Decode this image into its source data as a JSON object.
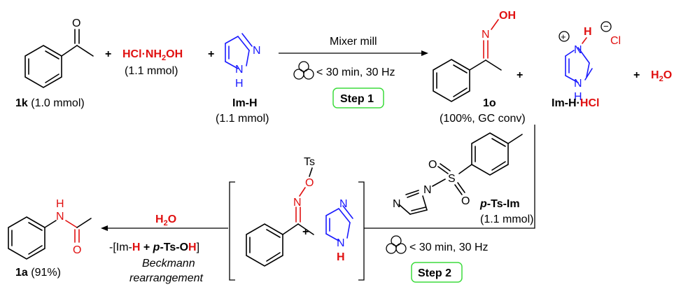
{
  "top_row": {
    "plus_1": "+",
    "reagent": "HCl·NH₂OH",
    "reagent_parts": {
      "pre": "HCl",
      "dot": "·",
      "main": "NH",
      "sub": "2",
      "post": "OH"
    },
    "reagent_amount": "(1.1 mmol)",
    "plus_2": "+",
    "compound_1k": {
      "bold": "1k",
      "rest": " (1.0 mmol)"
    },
    "imh_label": "Im-H",
    "imh_amount": "(1.1 mmol)",
    "arrow_top": "Mixer mill",
    "arrow_bottom": "< 30 min, 30 Hz",
    "step1": "Step 1",
    "product_1o": "1o",
    "product_1o_note": "(100%, GC conv)",
    "plus_3": "+",
    "imhcl_label": {
      "black": "Im-H·",
      "red": "HCl"
    },
    "plus_4": "+",
    "water": {
      "h": "H",
      "sub": "2",
      "o": "O"
    },
    "cl": "Cl"
  },
  "bottom_row": {
    "ptsim_label": {
      "italic": "p",
      "rest": "-Ts-Im"
    },
    "ptsim_amount": "(1.1 mmol)",
    "arrow_bottom": "< 30 min, 30 Hz",
    "step2": "Step 2",
    "plus": "+",
    "water_above": {
      "h": "H",
      "sub": "2",
      "o": "O"
    },
    "byproduct": {
      "pre": "-[Im-",
      "h1": "H",
      "mid1": " + ",
      "p": "p",
      "mid2": "-Ts-O",
      "h2": "H",
      "post": "]"
    },
    "beckmann_1": "Beckmann",
    "beckmann_2": "rearrangement",
    "product_1a": {
      "bold": "1a",
      "rest": " (91%)"
    }
  },
  "atoms": {
    "O": "O",
    "OH": "OH",
    "N": "N",
    "H": "H",
    "S": "S",
    "Ts": "Ts",
    "Cl": "Cl",
    "plus_charge": "+",
    "minus_charge": "−"
  },
  "colors": {
    "red": "#e01010",
    "blue": "#1a1aff",
    "step_border": "#3ddc3d"
  }
}
